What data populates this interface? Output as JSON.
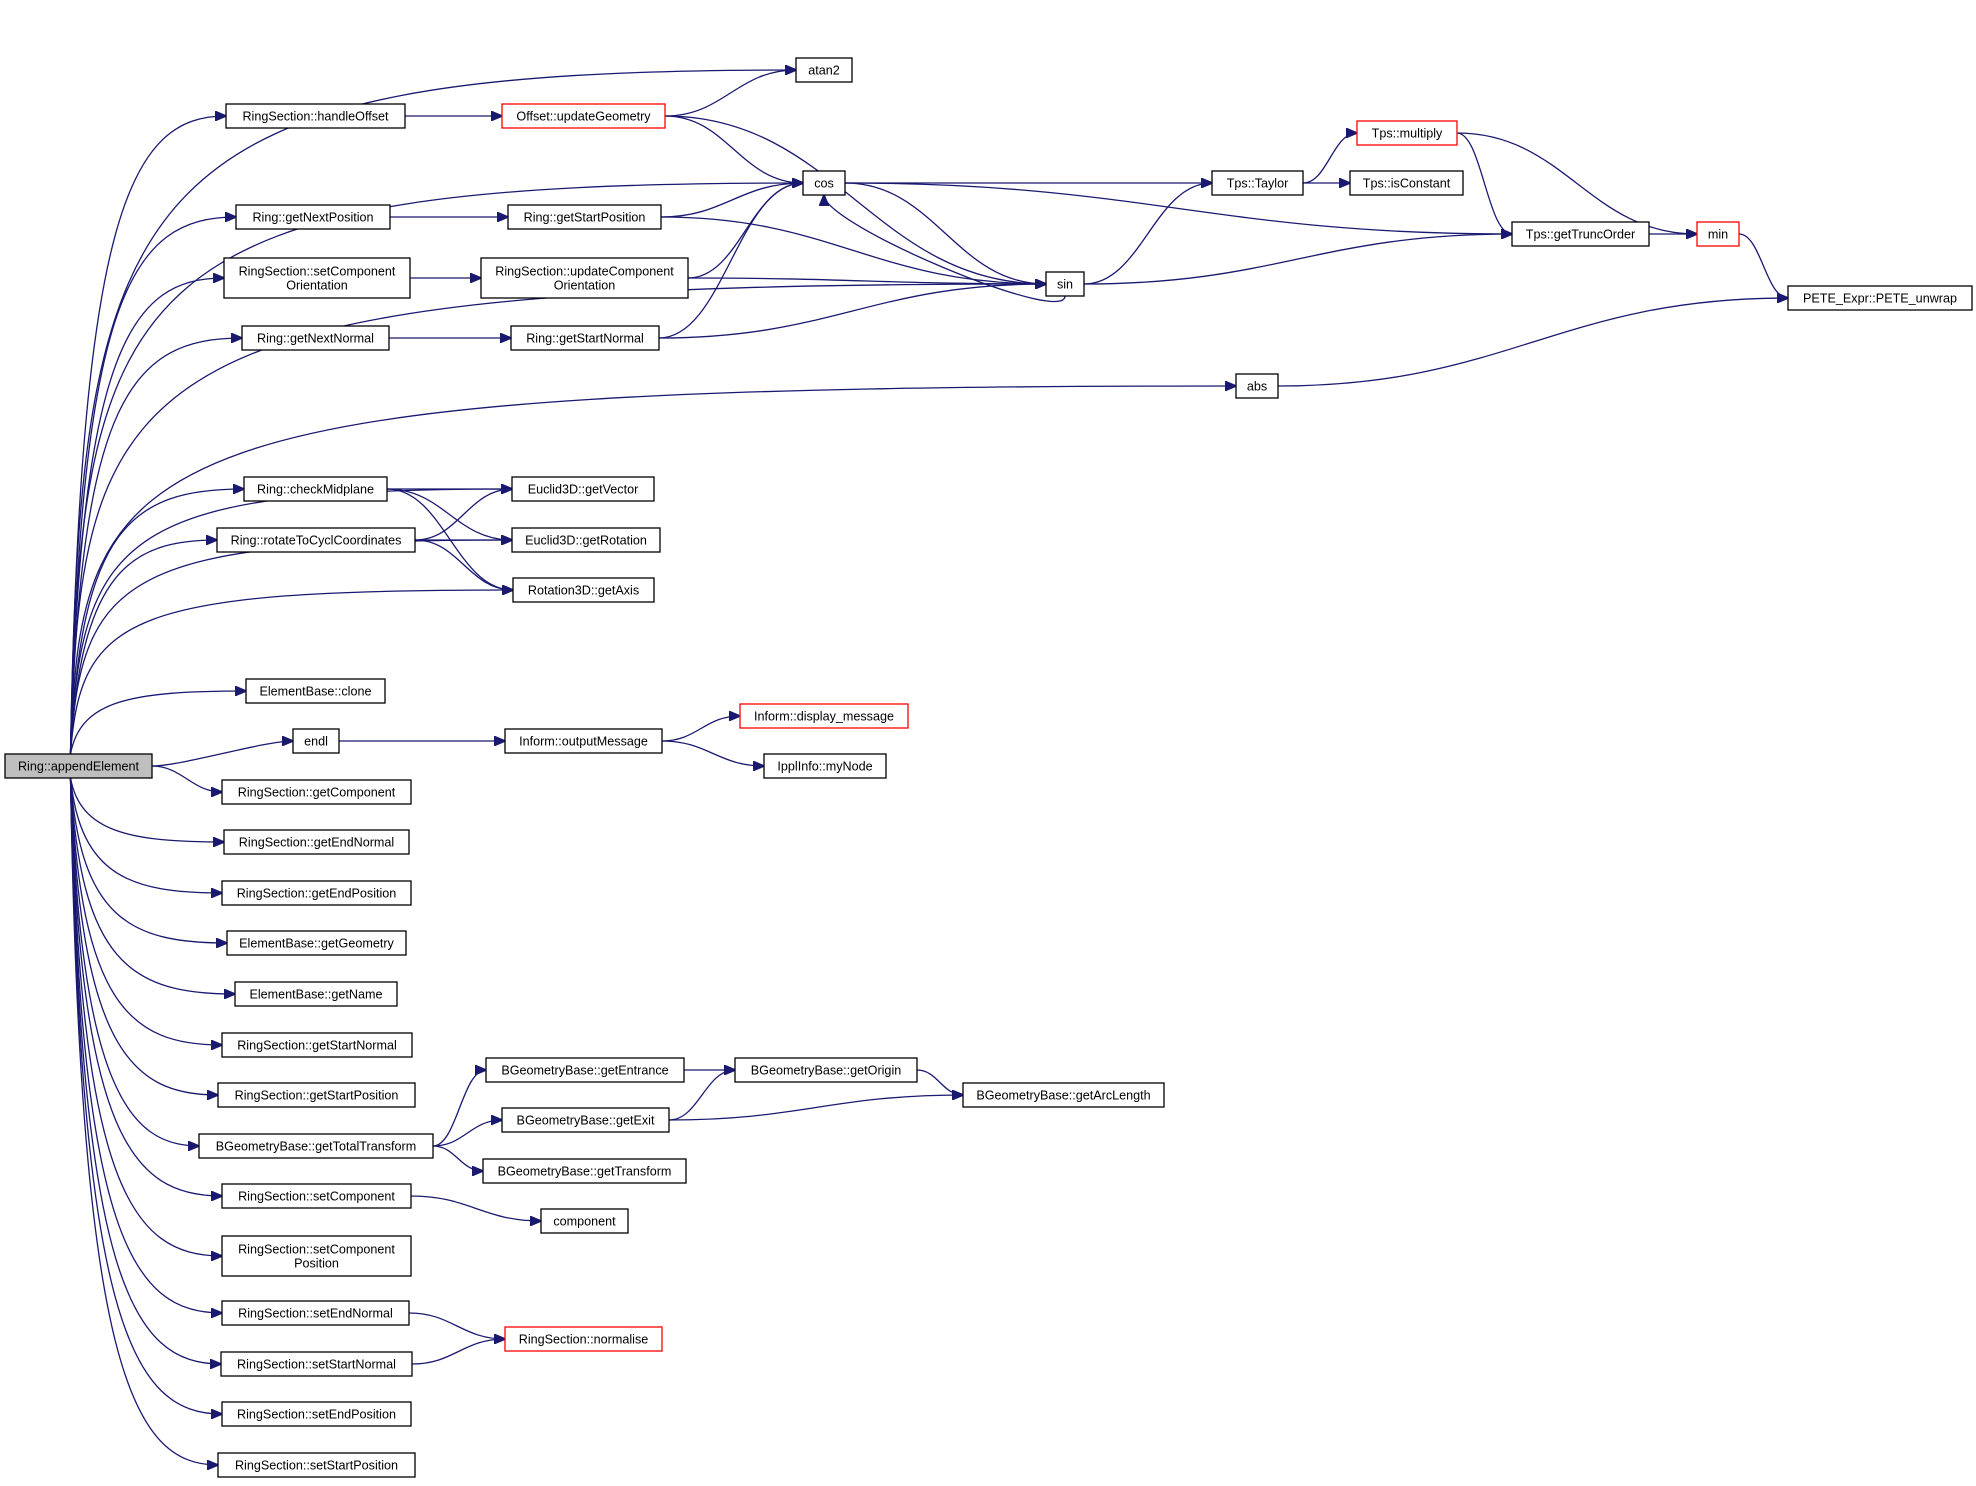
{
  "graph": {
    "root": "append",
    "colors": {
      "edge": "#191970",
      "box": "#000000",
      "truncated_box": "#ff0000",
      "root_fill": "#bfbfbf"
    },
    "nodes": [
      {
        "id": "append",
        "label": "Ring::appendElement",
        "root": true
      },
      {
        "id": "handleOffset",
        "label": "RingSection::handleOffset"
      },
      {
        "id": "nextPos",
        "label": "Ring::getNextPosition"
      },
      {
        "id": "setCompOri",
        "label": "RingSection::setComponent\nOrientation"
      },
      {
        "id": "nextNorm",
        "label": "Ring::getNextNormal"
      },
      {
        "id": "checkMid",
        "label": "Ring::checkMidplane"
      },
      {
        "id": "rotCycl",
        "label": "Ring::rotateToCyclCoordinates"
      },
      {
        "id": "ebClone",
        "label": "ElementBase::clone"
      },
      {
        "id": "endl",
        "label": "endl"
      },
      {
        "id": "getComp",
        "label": "RingSection::getComponent"
      },
      {
        "id": "getEndNorm",
        "label": "RingSection::getEndNormal"
      },
      {
        "id": "getEndPos",
        "label": "RingSection::getEndPosition"
      },
      {
        "id": "ebGeom",
        "label": "ElementBase::getGeometry"
      },
      {
        "id": "ebName",
        "label": "ElementBase::getName"
      },
      {
        "id": "getStartNorm",
        "label": "RingSection::getStartNormal"
      },
      {
        "id": "getStartPos",
        "label": "RingSection::getStartPosition"
      },
      {
        "id": "bgTotal",
        "label": "BGeometryBase::getTotalTransform"
      },
      {
        "id": "setComp",
        "label": "RingSection::setComponent"
      },
      {
        "id": "setCompPos",
        "label": "RingSection::setComponent\nPosition"
      },
      {
        "id": "setEndNorm",
        "label": "RingSection::setEndNormal"
      },
      {
        "id": "setStartNorm",
        "label": "RingSection::setStartNormal"
      },
      {
        "id": "setEndPos",
        "label": "RingSection::setEndPosition"
      },
      {
        "id": "setStartPos",
        "label": "RingSection::setStartPosition"
      },
      {
        "id": "atan2",
        "label": "atan2"
      },
      {
        "id": "offsetUpd",
        "label": "Offset::updateGeometry",
        "truncated": true
      },
      {
        "id": "cos",
        "label": "cos"
      },
      {
        "id": "ringStartPos",
        "label": "Ring::getStartPosition"
      },
      {
        "id": "rsUpdCompOri",
        "label": "RingSection::updateComponent\nOrientation"
      },
      {
        "id": "ringStartNorm",
        "label": "Ring::getStartNormal"
      },
      {
        "id": "sin",
        "label": "sin"
      },
      {
        "id": "abs",
        "label": "abs"
      },
      {
        "id": "e3Vec",
        "label": "Euclid3D::getVector"
      },
      {
        "id": "e3Rot",
        "label": "Euclid3D::getRotation"
      },
      {
        "id": "r3Axis",
        "label": "Rotation3D::getAxis"
      },
      {
        "id": "tpsTaylor",
        "label": "Tps::Taylor"
      },
      {
        "id": "tpsMult",
        "label": "Tps::multiply",
        "truncated": true
      },
      {
        "id": "tpsConst",
        "label": "Tps::isConstant"
      },
      {
        "id": "tpsTrunc",
        "label": "Tps::getTruncOrder"
      },
      {
        "id": "min",
        "label": "min",
        "truncated": true
      },
      {
        "id": "pete",
        "label": "PETE_Expr::PETE_unwrap"
      },
      {
        "id": "informOut",
        "label": "Inform::outputMessage"
      },
      {
        "id": "informDisp",
        "label": "Inform::display_message",
        "truncated": true
      },
      {
        "id": "ipplNode",
        "label": "IpplInfo::myNode"
      },
      {
        "id": "bgEntrance",
        "label": "BGeometryBase::getEntrance"
      },
      {
        "id": "bgExit",
        "label": "BGeometryBase::getExit"
      },
      {
        "id": "bgTransform",
        "label": "BGeometryBase::getTransform"
      },
      {
        "id": "bgOrigin",
        "label": "BGeometryBase::getOrigin"
      },
      {
        "id": "bgArc",
        "label": "BGeometryBase::getArcLength"
      },
      {
        "id": "component",
        "label": "component"
      },
      {
        "id": "rsNormalise",
        "label": "RingSection::normalise",
        "truncated": true
      }
    ],
    "edges": [
      [
        "append",
        "atan2"
      ],
      [
        "append",
        "handleOffset"
      ],
      [
        "append",
        "cos"
      ],
      [
        "append",
        "nextPos"
      ],
      [
        "append",
        "setCompOri"
      ],
      [
        "append",
        "nextNorm"
      ],
      [
        "append",
        "sin"
      ],
      [
        "append",
        "abs"
      ],
      [
        "append",
        "e3Vec"
      ],
      [
        "append",
        "checkMid"
      ],
      [
        "append",
        "rotCycl"
      ],
      [
        "append",
        "e3Rot"
      ],
      [
        "append",
        "r3Axis"
      ],
      [
        "append",
        "ebClone"
      ],
      [
        "append",
        "endl"
      ],
      [
        "append",
        "getComp"
      ],
      [
        "append",
        "getEndNorm"
      ],
      [
        "append",
        "getEndPos"
      ],
      [
        "append",
        "ebGeom"
      ],
      [
        "append",
        "ebName"
      ],
      [
        "append",
        "getStartNorm"
      ],
      [
        "append",
        "getStartPos"
      ],
      [
        "append",
        "bgTotal"
      ],
      [
        "append",
        "setComp"
      ],
      [
        "append",
        "setCompPos"
      ],
      [
        "append",
        "setEndNorm"
      ],
      [
        "append",
        "setStartNorm"
      ],
      [
        "append",
        "setEndPos"
      ],
      [
        "append",
        "setStartPos"
      ],
      [
        "handleOffset",
        "offsetUpd"
      ],
      [
        "offsetUpd",
        "atan2"
      ],
      [
        "offsetUpd",
        "cos"
      ],
      [
        "offsetUpd",
        "sin"
      ],
      [
        "nextPos",
        "ringStartPos"
      ],
      [
        "ringStartPos",
        "cos"
      ],
      [
        "ringStartPos",
        "sin"
      ],
      [
        "setCompOri",
        "rsUpdCompOri"
      ],
      [
        "rsUpdCompOri",
        "cos"
      ],
      [
        "rsUpdCompOri",
        "sin"
      ],
      [
        "nextNorm",
        "ringStartNorm"
      ],
      [
        "ringStartNorm",
        "cos"
      ],
      [
        "ringStartNorm",
        "sin"
      ],
      [
        "cos",
        "tpsTaylor"
      ],
      [
        "cos",
        "tpsTrunc"
      ],
      [
        "cos",
        "sin"
      ],
      [
        "sin",
        "cos"
      ],
      [
        "sin",
        "tpsTaylor"
      ],
      [
        "sin",
        "tpsTrunc"
      ],
      [
        "tpsTaylor",
        "tpsMult"
      ],
      [
        "tpsTaylor",
        "tpsConst"
      ],
      [
        "tpsMult",
        "tpsTrunc"
      ],
      [
        "tpsMult",
        "min"
      ],
      [
        "tpsTrunc",
        "min"
      ],
      [
        "min",
        "pete"
      ],
      [
        "abs",
        "pete"
      ],
      [
        "checkMid",
        "e3Vec"
      ],
      [
        "checkMid",
        "e3Rot"
      ],
      [
        "checkMid",
        "r3Axis"
      ],
      [
        "rotCycl",
        "e3Vec"
      ],
      [
        "rotCycl",
        "e3Rot"
      ],
      [
        "rotCycl",
        "r3Axis"
      ],
      [
        "endl",
        "informOut"
      ],
      [
        "informOut",
        "informDisp"
      ],
      [
        "informOut",
        "ipplNode"
      ],
      [
        "bgTotal",
        "bgEntrance"
      ],
      [
        "bgTotal",
        "bgExit"
      ],
      [
        "bgTotal",
        "bgTransform"
      ],
      [
        "bgEntrance",
        "bgOrigin"
      ],
      [
        "bgExit",
        "bgOrigin"
      ],
      [
        "bgExit",
        "bgArc"
      ],
      [
        "bgOrigin",
        "bgArc"
      ],
      [
        "setComp",
        "component"
      ],
      [
        "setEndNorm",
        "rsNormalise"
      ],
      [
        "setStartNorm",
        "rsNormalise"
      ]
    ]
  }
}
